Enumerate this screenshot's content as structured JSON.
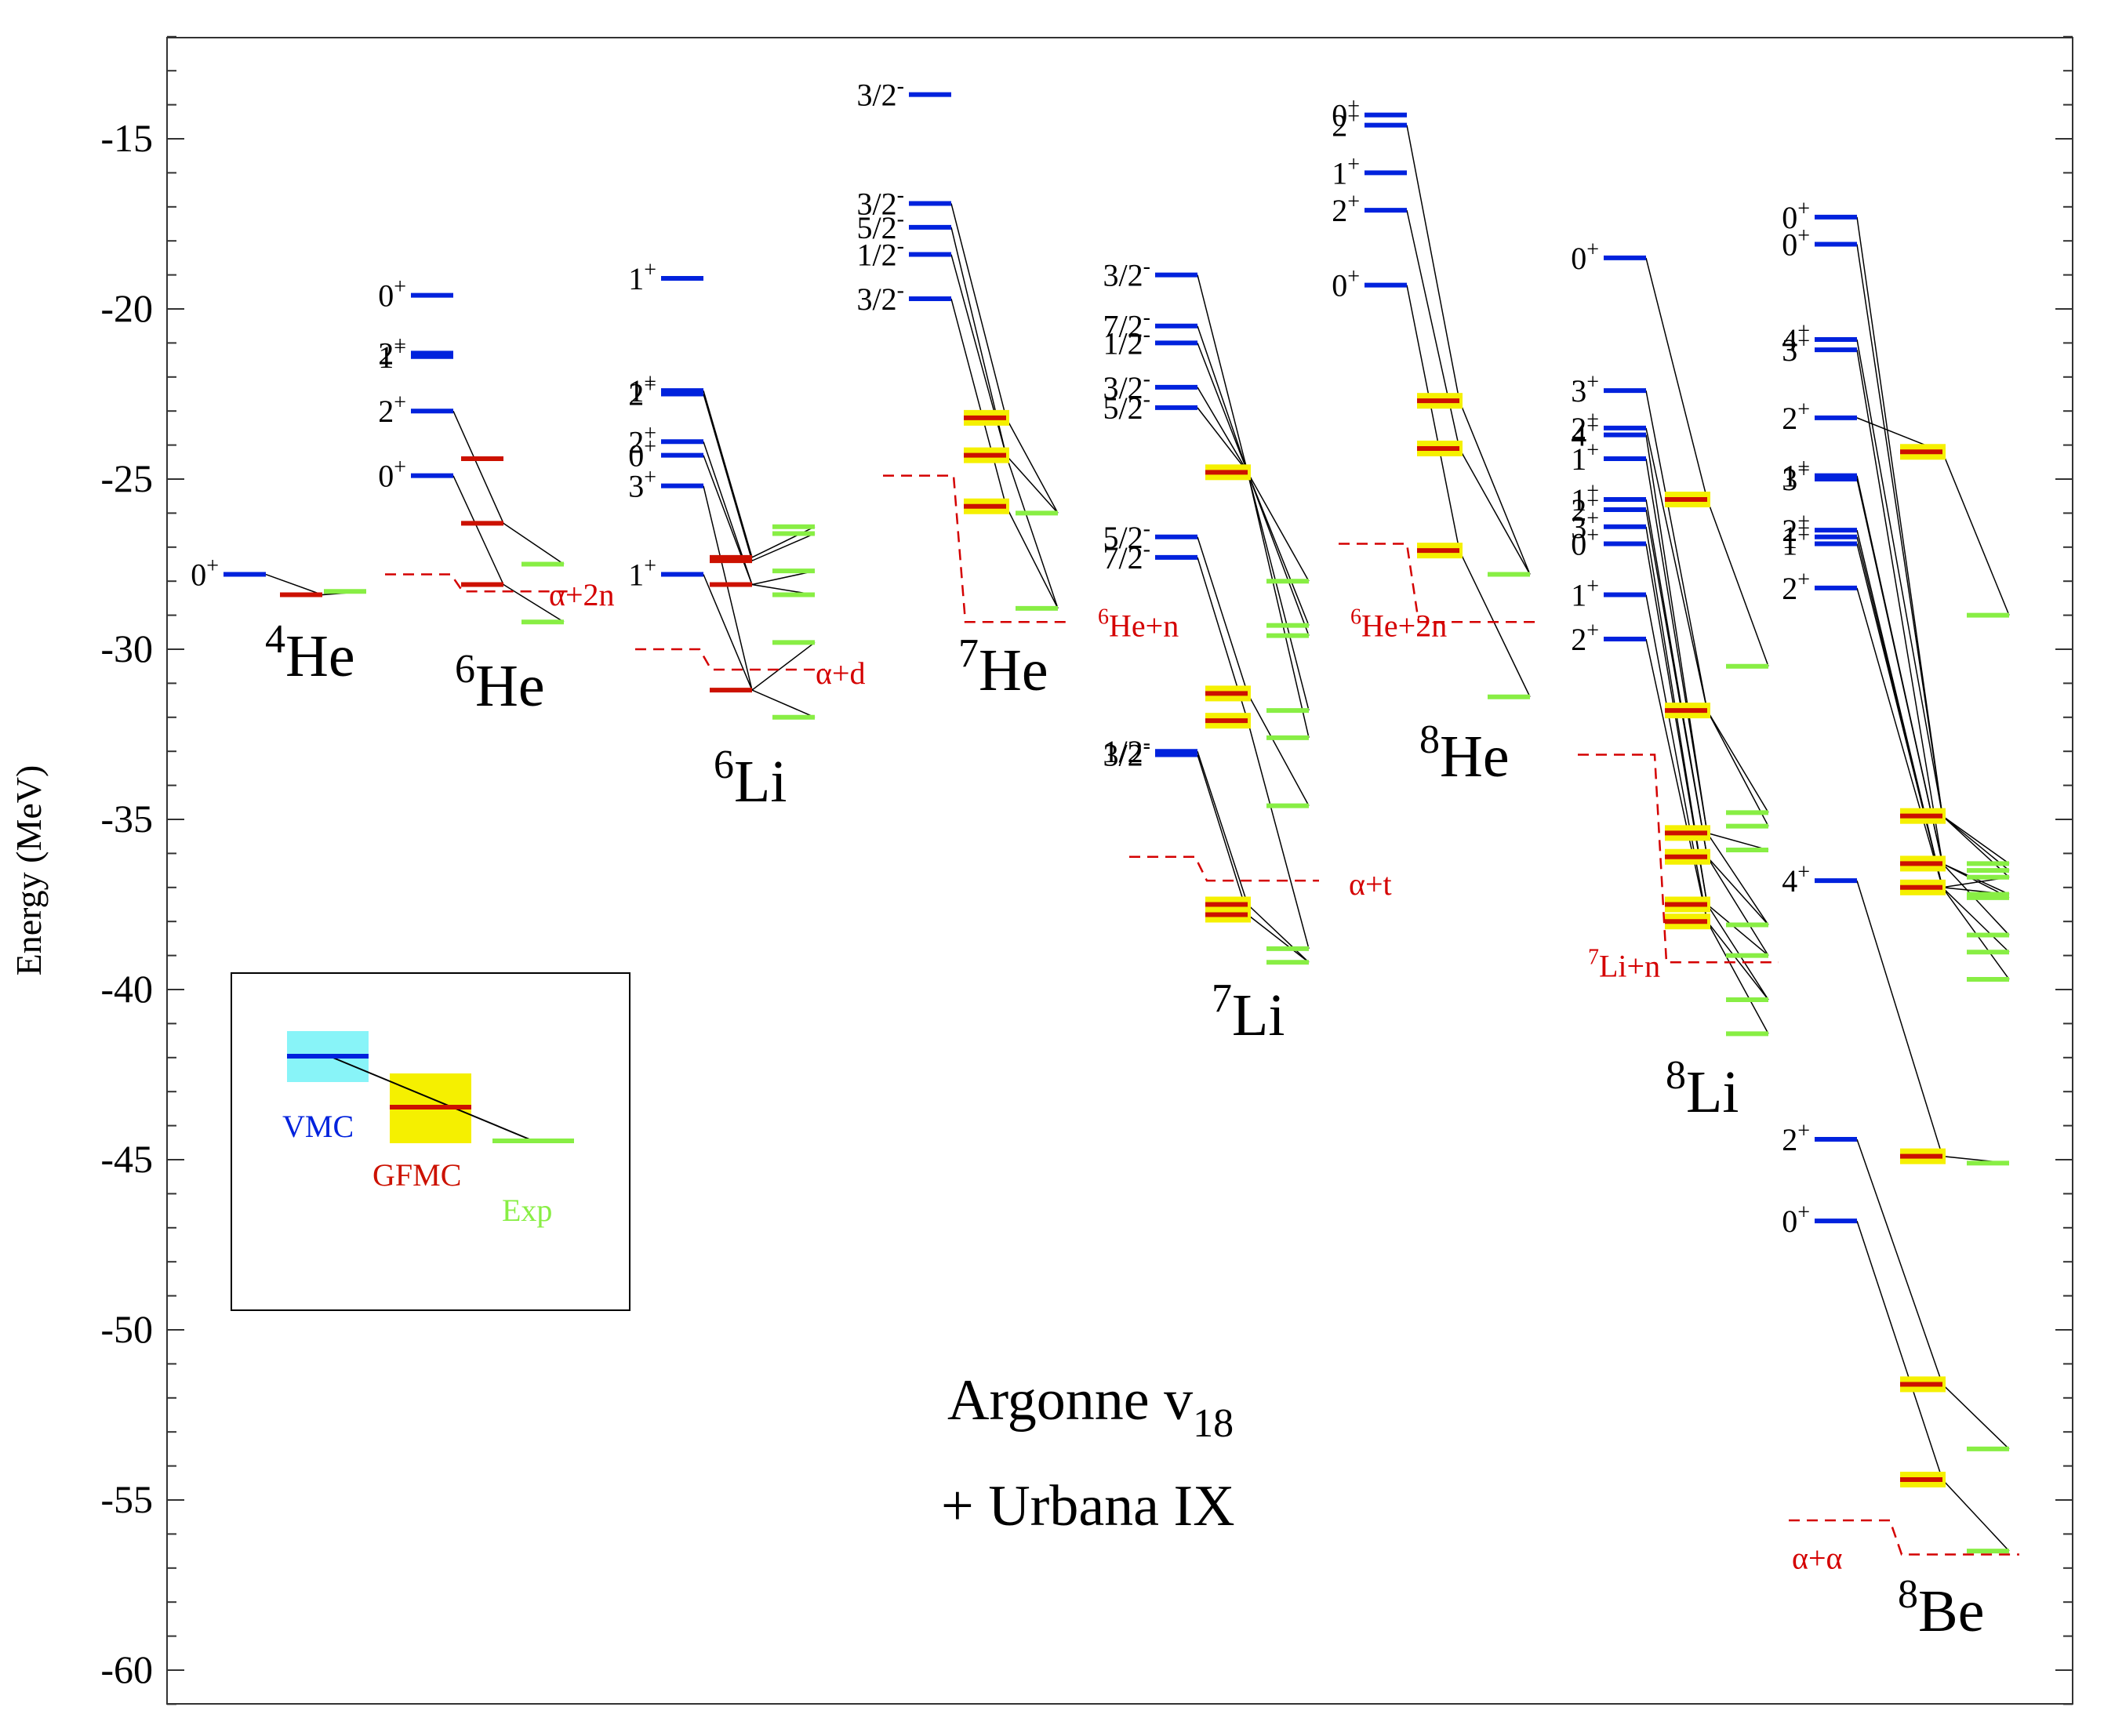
{
  "chart_data": {
    "type": "energy-level-diagram",
    "ylabel": "Energy (MeV)",
    "ylim": [
      -61,
      -12
    ],
    "yticks": [
      -60,
      -55,
      -50,
      -45,
      -40,
      -35,
      -30,
      -25,
      -20,
      -15
    ],
    "ytick_labels": [
      "-60",
      "-55",
      "-50",
      "-45",
      "-40",
      "-35",
      "-30",
      "-25",
      "-20",
      "-15"
    ],
    "annotation": {
      "line1": "Argonne v",
      "line1_sub": "18",
      "line2": "+ Urbana IX"
    },
    "legend": {
      "vmc": "VMC",
      "gfmc": "GFMC",
      "exp": "Exp",
      "vmc_energy": -42.0,
      "gfmc_energy": -43.5,
      "exp_energy": -44.5
    },
    "colors": {
      "vmc": "#0022dd",
      "vmc_band": "#88f4f8",
      "gfmc": "#cc1100",
      "gfmc_band": "#f5f000",
      "exp": "#88ee44",
      "threshold": "#d40000",
      "connector": "#000000",
      "axis": "#333333"
    },
    "nuclei": [
      {
        "name": "He",
        "mass": "4",
        "vmc": [
          {
            "e": -27.8,
            "label": "0",
            "parity": "+"
          }
        ],
        "gfmc": [
          -28.4
        ],
        "exp": [
          -28.3
        ],
        "connections": [
          [
            0,
            0,
            0
          ]
        ],
        "threshold": null
      },
      {
        "name": "He",
        "mass": "6",
        "vmc": [
          {
            "e": -19.6,
            "label": "0",
            "parity": "+"
          },
          {
            "e": -21.3,
            "label": "2",
            "parity": "+"
          },
          {
            "e": -21.4,
            "label": "1",
            "parity": "+"
          },
          {
            "e": -23.0,
            "label": "2",
            "parity": "+"
          },
          {
            "e": -24.9,
            "label": "0",
            "parity": "+"
          }
        ],
        "gfmc": [
          -24.4,
          -26.3,
          -28.1
        ],
        "exp": [
          -27.5,
          -29.2
        ],
        "connections": [
          [
            3,
            1,
            0
          ],
          [
            4,
            2,
            1
          ]
        ],
        "threshold": {
          "label": "α+2n",
          "e1": -27.8,
          "e2": -28.3
        }
      },
      {
        "name": "Li",
        "mass": "6",
        "vmc": [
          {
            "e": -19.1,
            "label": "1",
            "parity": "+"
          },
          {
            "e": -22.4,
            "label": "1",
            "parity": "+"
          },
          {
            "e": -22.5,
            "label": "2",
            "parity": "+"
          },
          {
            "e": -23.9,
            "label": "2",
            "parity": "+"
          },
          {
            "e": -24.3,
            "label": "0",
            "parity": "+"
          },
          {
            "e": -25.2,
            "label": "3",
            "parity": "+"
          },
          {
            "e": -27.8,
            "label": "1",
            "parity": "+"
          }
        ],
        "gfmc": [
          -27.3,
          -27.4,
          -28.1,
          -31.2
        ],
        "exp": [
          -26.4,
          -26.6,
          -27.7,
          -28.4,
          -29.8,
          -32.0
        ],
        "connections": [
          [
            1,
            0,
            0
          ],
          [
            2,
            1,
            1
          ],
          [
            3,
            2,
            2
          ],
          [
            4,
            2,
            3
          ],
          [
            5,
            3,
            4
          ],
          [
            6,
            3,
            5
          ]
        ],
        "threshold": {
          "label": "α+d",
          "e1": -30.0,
          "e2": -30.6
        }
      },
      {
        "name": "He",
        "mass": "7",
        "vmc": [
          {
            "e": -13.7,
            "label": "3/2",
            "parity": "-"
          },
          {
            "e": -16.9,
            "label": "3/2",
            "parity": "-"
          },
          {
            "e": -17.6,
            "label": "5/2",
            "parity": "-"
          },
          {
            "e": -18.4,
            "label": "1/2",
            "parity": "-"
          },
          {
            "e": -19.7,
            "label": "3/2",
            "parity": "-"
          }
        ],
        "gfmc": [
          -23.2,
          -24.3,
          -25.8
        ],
        "exp": [
          -26.0,
          -28.8
        ],
        "connections": [
          [
            1,
            0,
            0
          ],
          [
            2,
            1,
            0
          ],
          [
            3,
            1,
            1
          ],
          [
            4,
            2,
            1
          ]
        ],
        "threshold": {
          "label": "He+n",
          "label_sup": "6",
          "e1": -24.9,
          "e2": -29.2
        }
      },
      {
        "name": "Li",
        "mass": "7",
        "vmc": [
          {
            "e": -19.0,
            "label": "3/2",
            "parity": "-"
          },
          {
            "e": -20.5,
            "label": "7/2",
            "parity": "-"
          },
          {
            "e": -21.0,
            "label": "1/2",
            "parity": "-"
          },
          {
            "e": -22.3,
            "label": "3/2",
            "parity": "-"
          },
          {
            "e": -22.9,
            "label": "5/2",
            "parity": "-"
          },
          {
            "e": -26.7,
            "label": "5/2",
            "parity": "-"
          },
          {
            "e": -27.3,
            "label": "7/2",
            "parity": "-"
          },
          {
            "e": -33.0,
            "label": "1/2",
            "parity": "-"
          },
          {
            "e": -33.1,
            "label": "3/2",
            "parity": "-"
          }
        ],
        "gfmc": [
          -24.8,
          -31.3,
          -32.1,
          -37.5,
          -37.8
        ],
        "exp": [
          -28.0,
          -29.3,
          -29.6,
          -31.8,
          -32.6,
          -34.6,
          -38.8,
          -39.2
        ],
        "connections": [
          [
            0,
            0,
            1
          ],
          [
            1,
            0,
            2
          ],
          [
            2,
            0,
            0
          ],
          [
            3,
            0,
            4
          ],
          [
            4,
            0,
            3
          ],
          [
            5,
            1,
            5
          ],
          [
            6,
            2,
            6
          ],
          [
            7,
            3,
            7
          ],
          [
            8,
            4,
            7
          ]
        ],
        "threshold": {
          "label": "α+t",
          "e1": -36.1,
          "e2": -36.8
        }
      },
      {
        "name": "He",
        "mass": "8",
        "vmc": [
          {
            "e": -14.3,
            "label": "0",
            "parity": "+"
          },
          {
            "e": -14.6,
            "label": "2",
            "parity": "+"
          },
          {
            "e": -16.0,
            "label": "1",
            "parity": "+"
          },
          {
            "e": -17.1,
            "label": "2",
            "parity": "+"
          },
          {
            "e": -19.3,
            "label": "0",
            "parity": "+"
          }
        ],
        "gfmc": [
          -22.7,
          -24.1,
          -27.1
        ],
        "exp": [
          -27.8,
          -31.4
        ],
        "connections": [
          [
            1,
            0,
            0
          ],
          [
            3,
            1,
            0
          ],
          [
            4,
            2,
            1
          ]
        ],
        "threshold": {
          "label": "He+2n",
          "label_sup": "6",
          "e1": -26.9,
          "e2": -29.2
        }
      },
      {
        "name": "Li",
        "mass": "8",
        "vmc": [
          {
            "e": -18.5,
            "label": "0",
            "parity": "+"
          },
          {
            "e": -22.4,
            "label": "3",
            "parity": "+"
          },
          {
            "e": -23.5,
            "label": "2",
            "parity": "+"
          },
          {
            "e": -23.7,
            "label": "4",
            "parity": "+"
          },
          {
            "e": -24.4,
            "label": "1",
            "parity": "+"
          },
          {
            "e": -25.6,
            "label": "1",
            "parity": "+"
          },
          {
            "e": -25.9,
            "label": "2",
            "parity": "+"
          },
          {
            "e": -26.4,
            "label": "3",
            "parity": "+"
          },
          {
            "e": -26.9,
            "label": "0",
            "parity": "+"
          },
          {
            "e": -28.4,
            "label": "1",
            "parity": "+"
          },
          {
            "e": -29.7,
            "label": "2",
            "parity": "+"
          }
        ],
        "gfmc": [
          -25.6,
          -31.8,
          -35.4,
          -36.1,
          -37.5,
          -38.0
        ],
        "exp": [
          -30.5,
          -34.8,
          -35.2,
          -35.9,
          -38.1,
          -39.0,
          -40.3,
          -41.3
        ],
        "connections": [
          [
            0,
            0,
            0
          ],
          [
            1,
            1,
            1
          ],
          [
            2,
            1,
            2
          ],
          [
            3,
            2,
            3
          ],
          [
            4,
            2,
            4
          ],
          [
            5,
            3,
            5
          ],
          [
            6,
            3,
            4
          ],
          [
            7,
            4,
            5
          ],
          [
            8,
            4,
            6
          ],
          [
            9,
            5,
            6
          ],
          [
            10,
            5,
            7
          ]
        ],
        "threshold": {
          "label": "Li+n",
          "label_sup": "7",
          "e1": -33.1,
          "e2": -39.2
        }
      },
      {
        "name": "Be",
        "mass": "8",
        "vmc": [
          {
            "e": -17.3,
            "label": "0",
            "parity": "+"
          },
          {
            "e": -18.1,
            "label": "0",
            "parity": "+"
          },
          {
            "e": -20.9,
            "label": "4",
            "parity": "+"
          },
          {
            "e": -21.2,
            "label": "3",
            "parity": "+"
          },
          {
            "e": -23.2,
            "label": "2",
            "parity": "+"
          },
          {
            "e": -24.9,
            "label": "1",
            "parity": "+"
          },
          {
            "e": -25.0,
            "label": "3",
            "parity": "+"
          },
          {
            "e": -26.5,
            "label": "2",
            "parity": "+"
          },
          {
            "e": -26.7,
            "label": "1",
            "parity": "+"
          },
          {
            "e": -26.9,
            "label": "1",
            "parity": "+"
          },
          {
            "e": -28.2,
            "label": "2",
            "parity": "+"
          },
          {
            "e": -36.8,
            "label": "4",
            "parity": "+"
          },
          {
            "e": -44.4,
            "label": "2",
            "parity": "+"
          },
          {
            "e": -46.8,
            "label": "0",
            "parity": "+"
          }
        ],
        "gfmc": [
          -24.2,
          -34.9,
          -36.3,
          -37.0,
          -44.9,
          -51.6,
          -54.4
        ],
        "exp": [
          -29.0,
          -36.3,
          -36.5,
          -36.7,
          -37.2,
          -37.3,
          -38.4,
          -38.9,
          -39.7,
          -45.1,
          -53.5,
          -56.5
        ],
        "connections": [
          [
            0,
            1,
            1
          ],
          [
            1,
            1,
            2
          ],
          [
            2,
            1,
            3
          ],
          [
            3,
            2,
            4
          ],
          [
            4,
            0,
            0
          ],
          [
            5,
            2,
            5
          ],
          [
            6,
            2,
            6
          ],
          [
            7,
            3,
            7
          ],
          [
            8,
            3,
            8
          ],
          [
            9,
            3,
            4
          ],
          [
            10,
            3,
            3
          ],
          [
            11,
            4,
            9
          ],
          [
            12,
            5,
            10
          ],
          [
            13,
            6,
            11
          ]
        ],
        "threshold": {
          "label": "α+α",
          "e1": -55.6,
          "e2": -56.6
        }
      }
    ]
  }
}
